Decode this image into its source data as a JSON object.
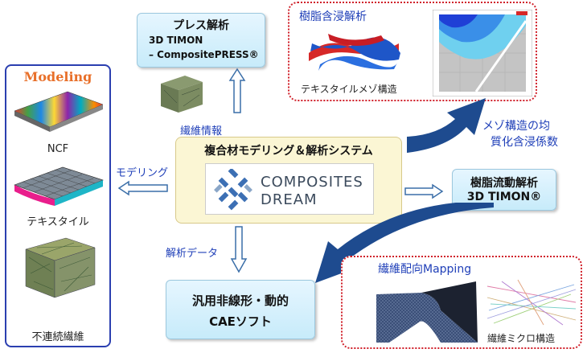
{
  "modeling": {
    "title": "Modeling",
    "items": [
      "NCF",
      "テキスタイル",
      "不連続繊維"
    ]
  },
  "press": {
    "title": "プレス解析",
    "line1": "3D TIMON",
    "line2": "– CompositePRESS®"
  },
  "fiber_info": "繊維情報",
  "resin_impreg": {
    "title": "樹脂含浸解析",
    "caption": "テキスタイルメゾ構造"
  },
  "meso": {
    "line1": "メゾ構造の均",
    "line2": "質化含浸係数"
  },
  "center": {
    "title": "複合材モデリング＆解析システム",
    "logo_line1": "COMPOSITES",
    "logo_line2": "DREAM"
  },
  "modeling_label": "モデリング",
  "resin_flow": {
    "line1": "樹脂流動解析",
    "line2": "3D TIMON®"
  },
  "analysis_data": "解析データ",
  "cae": {
    "line1": "汎用非線形・動的",
    "line2": "CAEソフト"
  },
  "mapping": {
    "title": "繊維配向Mapping",
    "caption": "繊維ミクロ構造"
  },
  "colors": {
    "arrow_blue": "#1e4b8f",
    "accent_orange": "#e8702a",
    "dotted_red": "#d0202a"
  }
}
